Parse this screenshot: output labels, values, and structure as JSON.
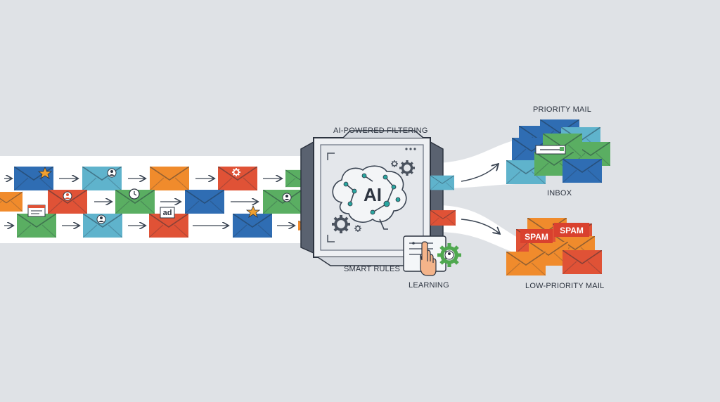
{
  "labels": {
    "ai_filtering": "AI-POWERED FILTERING",
    "smart_rules": "SMART RULES",
    "learning": "LEARNING",
    "priority_mail": "PRIORITY MAIL",
    "inbox": "INBOX",
    "low_priority_mail": "LOW-PRIORITY MAIL"
  },
  "chip_text": {
    "ai": "AI",
    "ad": "ad",
    "spam_1": "SPAM",
    "spam_2": "SPAM"
  },
  "colors": {
    "background": "#dfe2e6",
    "stream": "#ffffff",
    "blue": "#2f6db3",
    "teal": "#5fb3cc",
    "green": "#5aae62",
    "orange": "#f08b2c",
    "red": "#e05236",
    "machine_frame": "#4a525e",
    "machine_face": "#eef0f3"
  },
  "icons": [
    "star-icon",
    "user-icon",
    "clock-icon",
    "gear-icon",
    "document-icon",
    "brain-network-icon",
    "cursor-hand-icon",
    "arrow-right-icon"
  ]
}
